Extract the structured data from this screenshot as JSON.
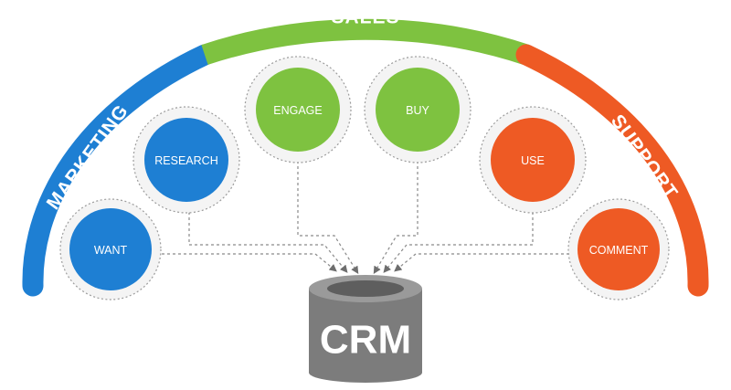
{
  "arc_labels": {
    "marketing": "MARKETING",
    "sales": "SALES",
    "support": "SUPPORT"
  },
  "stages": {
    "want": "WANT",
    "research": "RESEARCH",
    "engage": "ENGAGE",
    "buy": "BUY",
    "use": "USE",
    "comment": "COMMENT"
  },
  "crm": {
    "label": "CRM"
  },
  "colors": {
    "marketing": "#1e7fd3",
    "sales": "#7ec240",
    "support": "#ee5a24",
    "database": "#808080"
  }
}
